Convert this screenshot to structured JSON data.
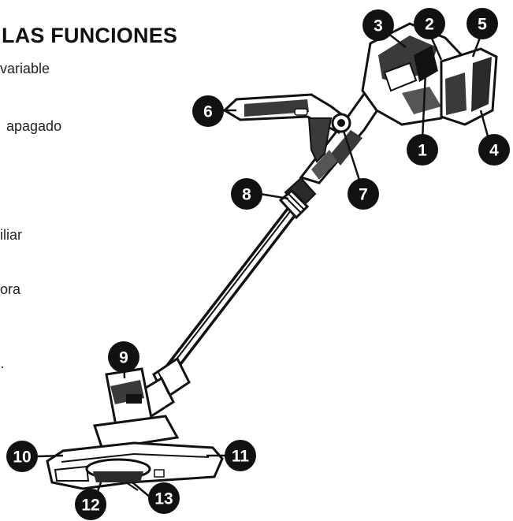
{
  "heading": "LAS FUNCIONES",
  "left_text_fragments": [
    "variable",
    "apagado",
    "iliar",
    "ora",
    "·"
  ],
  "callouts": [
    "1",
    "2",
    "3",
    "4",
    "5",
    "6",
    "7",
    "8",
    "9",
    "10",
    "11",
    "12",
    "13"
  ],
  "colors": {
    "ink": "#111111",
    "tool_body": "#3a3a3a",
    "grip": "#555555",
    "background": "#ffffff"
  }
}
